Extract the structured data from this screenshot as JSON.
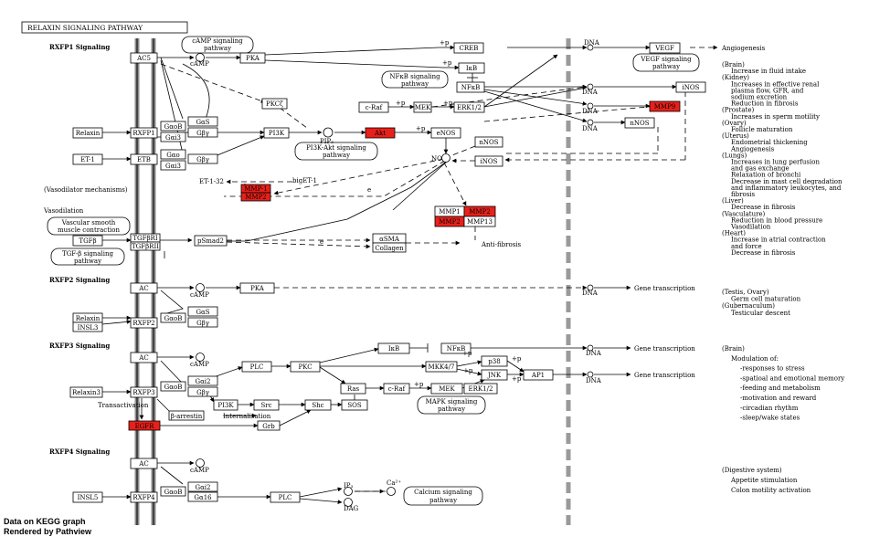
{
  "title": "RELAXIN SIGNALING PATHWAY",
  "footer": [
    "Data on KEGG graph",
    "Rendered by Pathview"
  ],
  "sections": {
    "rxfp1": "RXFP1 Signaling",
    "rxfp2": "RXFP2 Signaling",
    "rxfp3": "RXFP3 Signaling",
    "rxfp4": "RXFP4 Signaling"
  },
  "colors": {
    "hit": "#e8201a",
    "membrane": "#8c8c8c",
    "nucleus": "#9a9a9a"
  },
  "nodes": {
    "AC1": "AC5",
    "PKA1": "PKA",
    "CREB": "CREB",
    "IkB1": "IκB",
    "NFkB1": "NFκB",
    "VEGF": "VEGF",
    "iNOS1": "iNOS",
    "MMP9": "MMP9",
    "nNOS1": "nNOS",
    "nNOS2": "nNOS",
    "iNOS2": "iNOS",
    "eNOS": "eNOS",
    "Akt": "Akt",
    "PI3K1": "PI3K",
    "PKCz": "PKCζ",
    "cRaf1": "c-Raf",
    "MEK1": "MEK",
    "ERK12a": "ERK1/2",
    "Relaxin1": "Relaxin",
    "RXFP1": "RXFP1",
    "GaB1": "GαoB",
    "GaS1": "GαS",
    "Gai3": "Gαi3",
    "Gby1": "Gβγ",
    "ET1": "ET-1",
    "ETB": "ETB",
    "Gao": "Gαo",
    "Gai3b": "Gαi3",
    "Gby2": "Gβγ",
    "MMP1a": "MMP-1",
    "MMP2a": "MMP2",
    "MMP1": "MMP1",
    "MMP2b": "MMP2",
    "MMP2c": "MMP2",
    "MMP13": "MMP13",
    "TGFb": "TGFβ",
    "TGFBR1": "TGFβRI",
    "TGFBR2": "TGFβRII",
    "pSmad2": "pSmad2",
    "aSMA": "αSMA",
    "Collagen": "Collagen",
    "AC2": "AC",
    "PKA2": "PKA",
    "Relaxin2": "Relaxin",
    "INSL3": "INSL3",
    "RXFP2": "RXFP2",
    "GaB2": "GαoB",
    "GaS2": "GαS",
    "Gby3": "Gβγ",
    "AC3": "AC",
    "Gai2a": "Gαi2",
    "GaB3": "GαoB",
    "Gby4": "Gβγ",
    "Relaxin3": "Relaxin3",
    "RXFP3": "RXFP3",
    "EGFR": "EGFR",
    "barr": "β-arrestin",
    "PLC1": "PLC",
    "PKC": "PKC",
    "IkB2": "IκB",
    "NFkB2": "NFκB",
    "MKK47": "MKK4/7",
    "p38": "p38",
    "JNK": "JNK",
    "AP1": "AP1",
    "Ras": "Ras",
    "cRaf2": "c-Raf",
    "MEK2": "MEK",
    "ERK12b": "ERK1/2",
    "PI3K2": "PI3K",
    "Src": "Src",
    "Shc": "Shc",
    "SOS": "SOS",
    "Grb": "Grb",
    "AC4": "AC",
    "Gai2b": "Gαi2",
    "GaB4": "GαoB",
    "Ga16": "Gα16",
    "INSL5": "INSL5",
    "RXFP4": "RXFP4",
    "PLC2": "PLC"
  },
  "pathways": {
    "camp": [
      "cAMP signaling",
      "pathway"
    ],
    "nfkb": [
      "NFκB signaling",
      "pathway"
    ],
    "vegf": [
      "VEGF signaling",
      "pathway"
    ],
    "pi3k": [
      "PI3K-Akt signaling",
      "pathway"
    ],
    "vsm": [
      "Vascular smooth",
      "muscle contraction"
    ],
    "tgfb": [
      "TGF-β signaling",
      "pathway"
    ],
    "mapk": [
      "MAPK signaling",
      "pathway"
    ],
    "calcium": [
      "Calcium signaling",
      "pathway"
    ]
  },
  "labels": {
    "cAMP": "cAMP",
    "DNA": "DNA",
    "PIP3": "PIP₃",
    "NO": "NO",
    "plusP": "+p",
    "e": "e",
    "et132": "ET-1-32",
    "bigET1": "bigET-1",
    "vasodilator": "(Vasodilator mechanisms)",
    "vasodilation": "Vasodilation",
    "antifibrosis": "Anti-fibrosis",
    "angiogenesis": "Angiogenesis",
    "gene_transcription": "Gene transcription",
    "transactivation": "Transactivation",
    "internalisation": "Internalisation",
    "ip3": "IP₃",
    "dag": "DAG",
    "ca": "Ca²⁺"
  },
  "effects": {
    "rxfp1": [
      {
        "text": "(Brain)",
        "indent": 0
      },
      {
        "text": "Increase in fluid intake",
        "indent": 1
      },
      {
        "text": "(Kidney)",
        "indent": 0
      },
      {
        "text": "Increases in effective renal",
        "indent": 1
      },
      {
        "text": "plasma flow, GFR, and",
        "indent": 1
      },
      {
        "text": "sodium excretion",
        "indent": 1
      },
      {
        "text": "Reduction in fibrosis",
        "indent": 1
      },
      {
        "text": "(Prostate)",
        "indent": 0
      },
      {
        "text": "Increases in sperm motility",
        "indent": 1
      },
      {
        "text": "(Ovary)",
        "indent": 0
      },
      {
        "text": "Follicle maturation",
        "indent": 1
      },
      {
        "text": "(Uterus)",
        "indent": 0
      },
      {
        "text": "Endometrial thickening",
        "indent": 1
      },
      {
        "text": "Angiogenesis",
        "indent": 1
      },
      {
        "text": "(Lungs)",
        "indent": 0
      },
      {
        "text": "Increases in lung perfusion",
        "indent": 1
      },
      {
        "text": "and gas exchange",
        "indent": 1
      },
      {
        "text": "Relaxation of bronchi",
        "indent": 1
      },
      {
        "text": "Decrease in mast cell degradation",
        "indent": 1
      },
      {
        "text": "and inflammatory leukocytes, and",
        "indent": 1
      },
      {
        "text": "fibrosis",
        "indent": 1
      },
      {
        "text": "(Liver)",
        "indent": 0
      },
      {
        "text": "Decrease in fibrosis",
        "indent": 1
      },
      {
        "text": "(Vasculature)",
        "indent": 0
      },
      {
        "text": "Reduction in blood pressure",
        "indent": 1
      },
      {
        "text": "Vasodilation",
        "indent": 1
      },
      {
        "text": "(Heart)",
        "indent": 0
      },
      {
        "text": "Increase in atrial contraction",
        "indent": 1
      },
      {
        "text": "and force",
        "indent": 1
      },
      {
        "text": "Decrease in fibrosis",
        "indent": 1
      }
    ],
    "rxfp2": [
      {
        "text": "(Testis, Ovary)",
        "indent": 0
      },
      {
        "text": "Germ cell maturation",
        "indent": 1
      },
      {
        "text": "(Gubernaculum)",
        "indent": 0
      },
      {
        "text": "Testicular descent",
        "indent": 1
      }
    ],
    "rxfp3": [
      {
        "text": "(Brain)",
        "indent": 0
      },
      {
        "text": "Modulation of:",
        "indent": 1
      },
      {
        "text": "-responses to stress",
        "indent": 2
      },
      {
        "text": "-spatioal and emotional memory",
        "indent": 2
      },
      {
        "text": "-feeding and metabolism",
        "indent": 2
      },
      {
        "text": "-motivation and reward",
        "indent": 2
      },
      {
        "text": "-circadian rhythm",
        "indent": 2
      },
      {
        "text": "-sleep/wake states",
        "indent": 2
      }
    ],
    "rxfp4": [
      {
        "text": "(Digestive system)",
        "indent": 0
      },
      {
        "text": "Appetite stimulation",
        "indent": 1
      },
      {
        "text": "Colon motility activation",
        "indent": 1
      }
    ]
  }
}
